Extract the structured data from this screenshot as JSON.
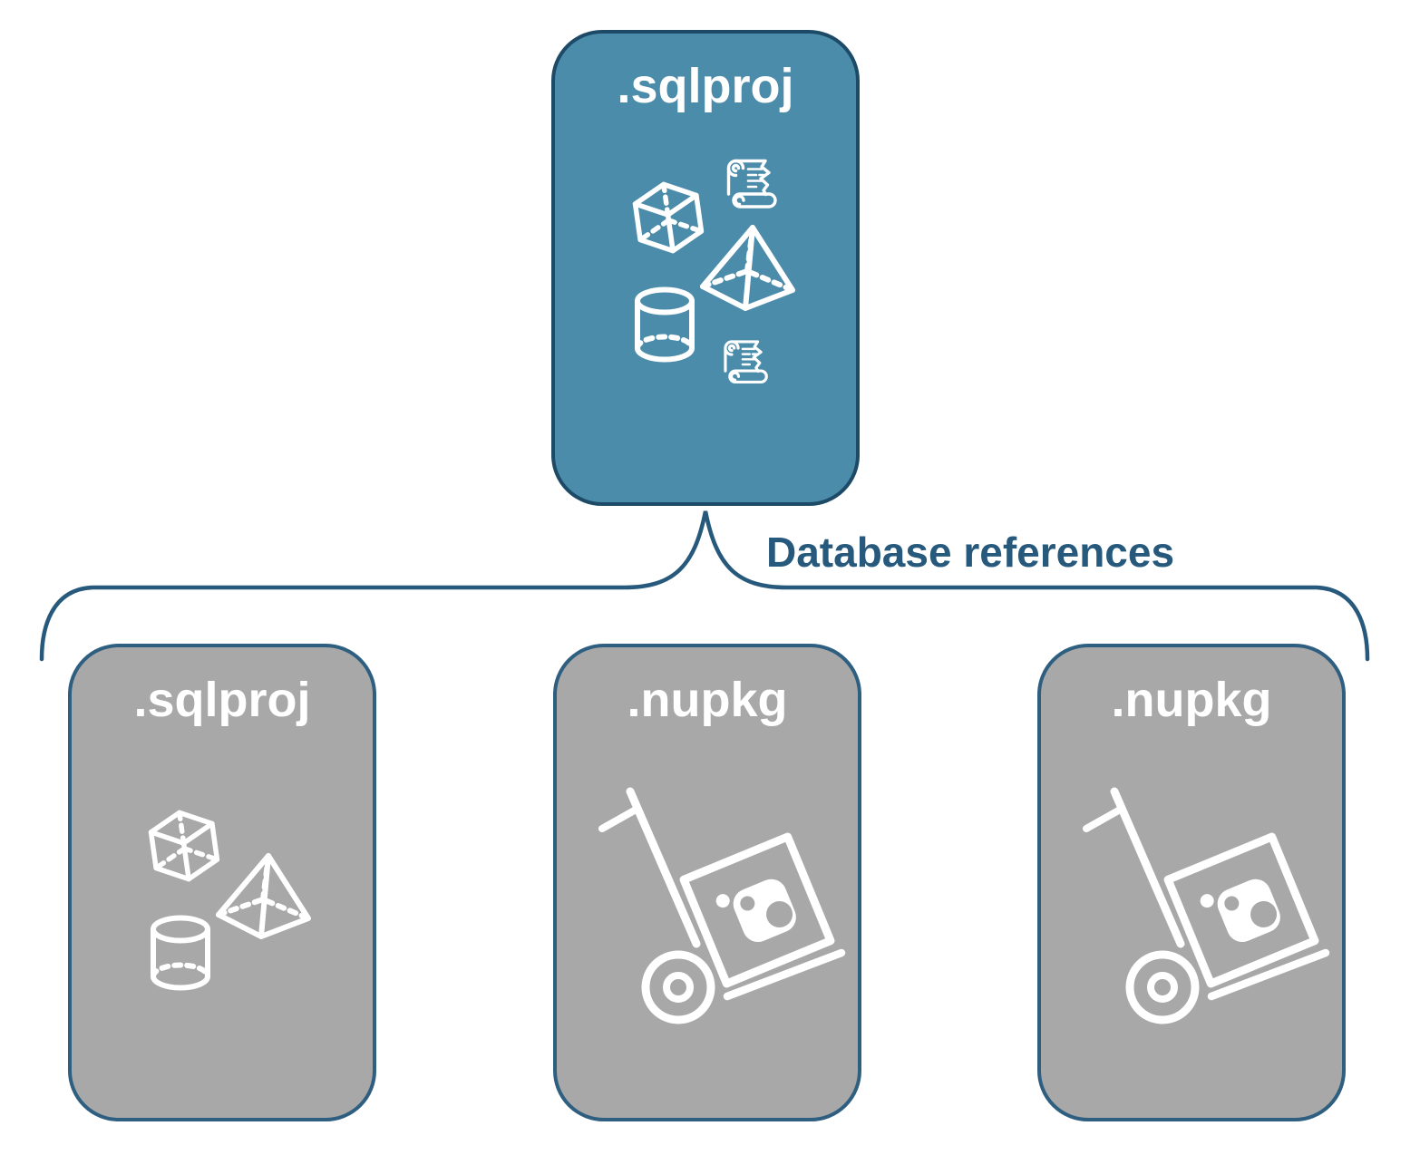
{
  "diagram": {
    "parent_card": {
      "label": ".sqlproj",
      "icons": [
        "cube-icon",
        "scroll-icon",
        "pyramid-icon",
        "cylinder-icon",
        "scroll-icon"
      ]
    },
    "connector": {
      "label": "Database references",
      "shape": "curly-brace"
    },
    "children": [
      {
        "label": ".sqlproj",
        "icons": [
          "cube-icon",
          "pyramid-icon",
          "cylinder-icon"
        ]
      },
      {
        "label": ".nupkg",
        "icons": [
          "hand-truck-package-icon"
        ]
      },
      {
        "label": ".nupkg",
        "icons": [
          "hand-truck-package-icon"
        ]
      }
    ],
    "colors": {
      "parent_fill": "#4B8CAB",
      "parent_border": "#1D4A66",
      "child_fill": "#A8A8A8",
      "child_border": "#2E5E80",
      "connector_stroke": "#27597C",
      "connector_text": "#27597C",
      "card_label_text": "#FFFFFF",
      "icon_stroke": "#FFFFFF"
    }
  }
}
